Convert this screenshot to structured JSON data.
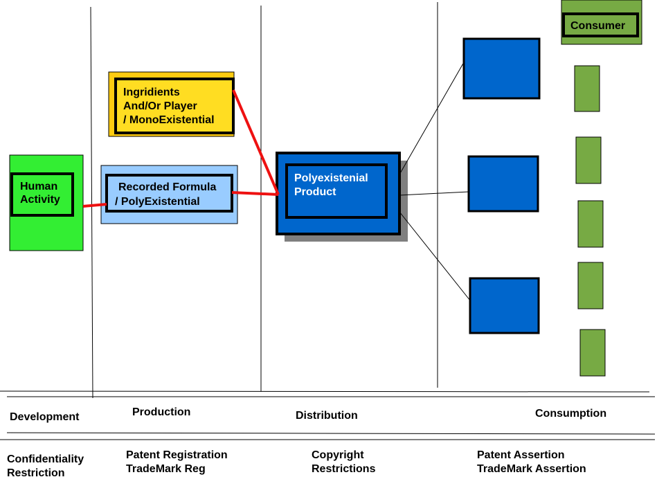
{
  "diagram": {
    "nodes": {
      "human_activity": {
        "lines": [
          "Human",
          "Activity"
        ],
        "fill": "#33ee33",
        "inner_fill": "#33ee33"
      },
      "ingredients": {
        "lines": [
          "Ingridients",
          "And/Or Player",
          "/ MonoExistential"
        ],
        "fill": "#ffcc11",
        "inner_fill": "#ffdd22"
      },
      "recorded_formula": {
        "lines": [
          "Recorded Formula",
          "/ PolyExistential"
        ],
        "fill": "#99ccff",
        "inner_fill": "#99ccff"
      },
      "product": {
        "lines": [
          "Polyexistenial",
          "Product"
        ],
        "fill": "#0066cc",
        "shadow": "#7f7f7f",
        "text_color": "#ffffff"
      },
      "consumer": {
        "label": "Consumer",
        "fill": "#77aa44"
      }
    },
    "distribution_boxes_count": 3,
    "consumer_units_count": 5,
    "colors": {
      "blue_box": "#0066cc",
      "green_unit": "#77aa44",
      "red_link": "#ee1111",
      "border": "#000000"
    }
  },
  "stages": [
    {
      "name": "Development",
      "restriction": [
        "Confidentiality",
        "Restriction"
      ]
    },
    {
      "name": "Production",
      "restriction": [
        "Patent Registration",
        "TradeMark Reg"
      ]
    },
    {
      "name": "Distribution",
      "restriction": [
        "Copyright",
        "Restrictions"
      ]
    },
    {
      "name": "Consumption",
      "restriction": [
        "Patent Assertion",
        "TradeMark Assertion"
      ]
    }
  ]
}
